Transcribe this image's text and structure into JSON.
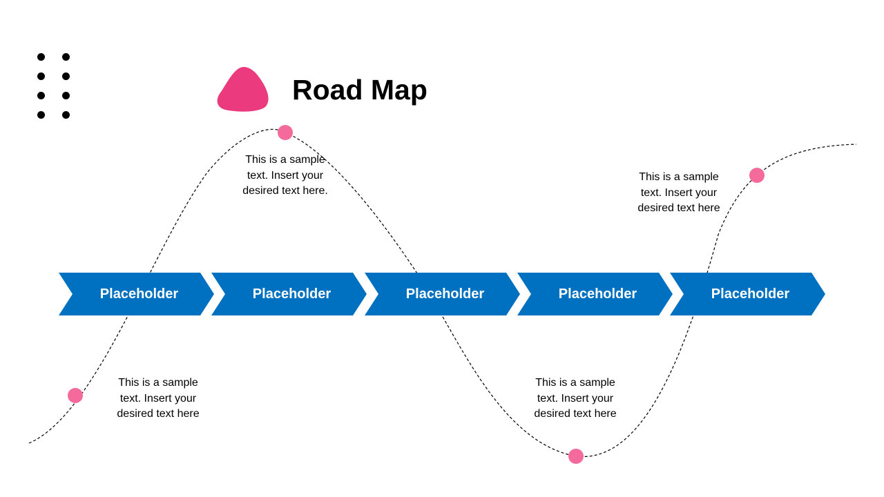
{
  "title": "Road Map",
  "colors": {
    "chevron": "#0070C0",
    "accent_blob": "#EC3A7E",
    "marker": "#F46A9B",
    "wave_line": "#000000"
  },
  "steps": [
    {
      "label": "Placeholder"
    },
    {
      "label": "Placeholder"
    },
    {
      "label": "Placeholder"
    },
    {
      "label": "Placeholder"
    },
    {
      "label": "Placeholder"
    }
  ],
  "captions": [
    {
      "text": "This is a sample text.  Insert your desired text here"
    },
    {
      "text": "This is a sample text.  Insert your desired text here."
    },
    {
      "text": "This is a sample text.  Insert your desired text here"
    },
    {
      "text": "This is a sample text.  Insert your desired text here"
    }
  ],
  "icons": [
    "dot-grid-icon",
    "blob-icon",
    "milestone-marker-icon"
  ]
}
